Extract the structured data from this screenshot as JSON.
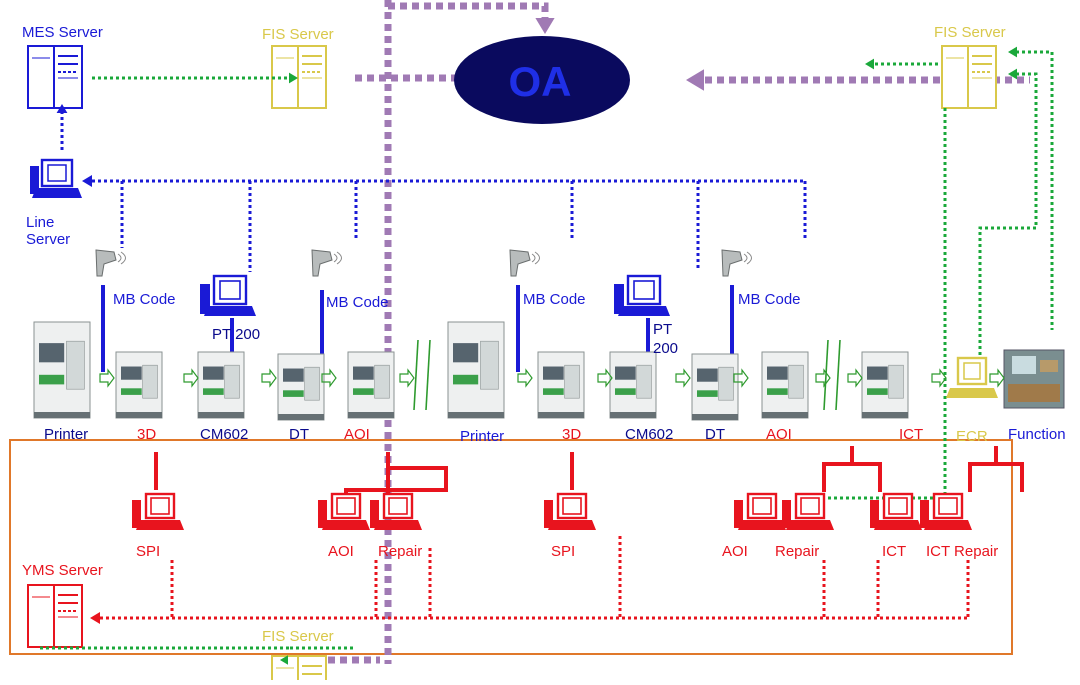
{
  "colors": {
    "blue": "#1a1ad6",
    "red": "#e8141e",
    "yellow": "#d9c84a",
    "green": "#1aa83a",
    "purple": "#a07ab4",
    "oa_fill": "#0a0a5e",
    "oa_text": "#1f2fe6",
    "orange_frame": "#e0782a",
    "arrow_green": "#2e9a2e"
  },
  "servers": {
    "mes": "MES Server",
    "fis_top_left": "FIS Server",
    "fis_top_right": "FIS Server",
    "fis_bottom": "FIS Server",
    "line": "Line Server",
    "yms": "YMS Server"
  },
  "oa": {
    "label": "OA"
  },
  "scanner_labels": [
    "MB Code",
    "MB Code",
    "MB Code",
    "MB Code"
  ],
  "pt_labels": [
    "PT 200",
    "PT 200"
  ],
  "line_stations": {
    "line1": [
      "Printer",
      "3D",
      "CM602",
      "DT",
      "AOI"
    ],
    "line2": [
      "Printer",
      "3D",
      "CM602",
      "DT",
      "AOI",
      "ICT",
      "ECR",
      "Function"
    ]
  },
  "terminals": [
    "SPI",
    "AOI",
    "Repair",
    "SPI",
    "AOI",
    "Repair",
    "ICT",
    "ICT Repair"
  ]
}
